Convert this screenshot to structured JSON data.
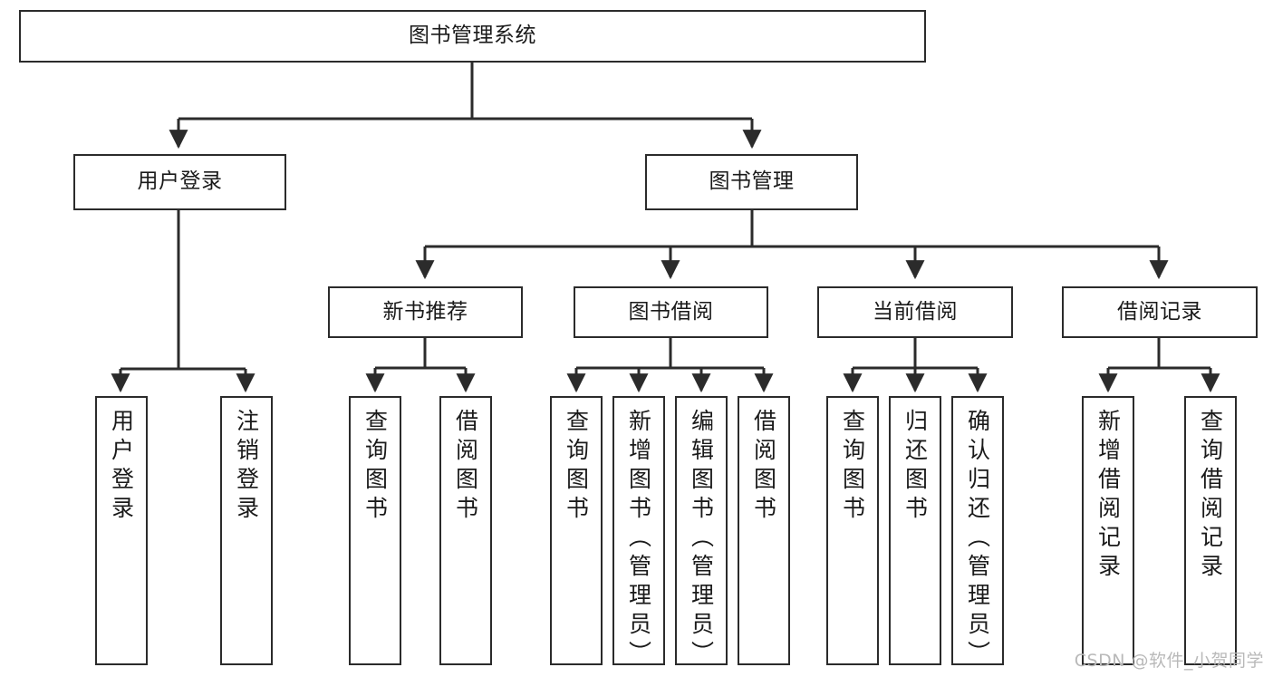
{
  "diagram": {
    "title": "图书管理系统",
    "watermark": "CSDN @软件_小贺同学",
    "colors": {
      "box_border": "#2b2b2b",
      "box_fill": "#ffffff",
      "edge": "#2b2b2b",
      "text": "#1a1a1a",
      "watermark": "#b9b9b9"
    },
    "root": {
      "label": "图书管理系统"
    },
    "level2": [
      {
        "label": "用户登录"
      },
      {
        "label": "图书管理"
      }
    ],
    "level3": [
      {
        "label": "新书推荐"
      },
      {
        "label": "图书借阅"
      },
      {
        "label": "当前借阅"
      },
      {
        "label": "借阅记录"
      }
    ],
    "leaves": {
      "user_login": [
        {
          "label": "用户登录"
        },
        {
          "label": "注销登录"
        }
      ],
      "new_book_recommend": [
        {
          "label": "查询图书"
        },
        {
          "label": "借阅图书"
        }
      ],
      "book_borrow": [
        {
          "label": "查询图书"
        },
        {
          "label": "新增图书（管理员）"
        },
        {
          "label": "编辑图书（管理员）"
        },
        {
          "label": "借阅图书"
        }
      ],
      "current_borrow": [
        {
          "label": "查询图书"
        },
        {
          "label": "归还图书"
        },
        {
          "label": "确认归还（管理员）"
        }
      ],
      "borrow_record": [
        {
          "label": "新增借阅记录"
        },
        {
          "label": "查询借阅记录"
        }
      ]
    }
  }
}
